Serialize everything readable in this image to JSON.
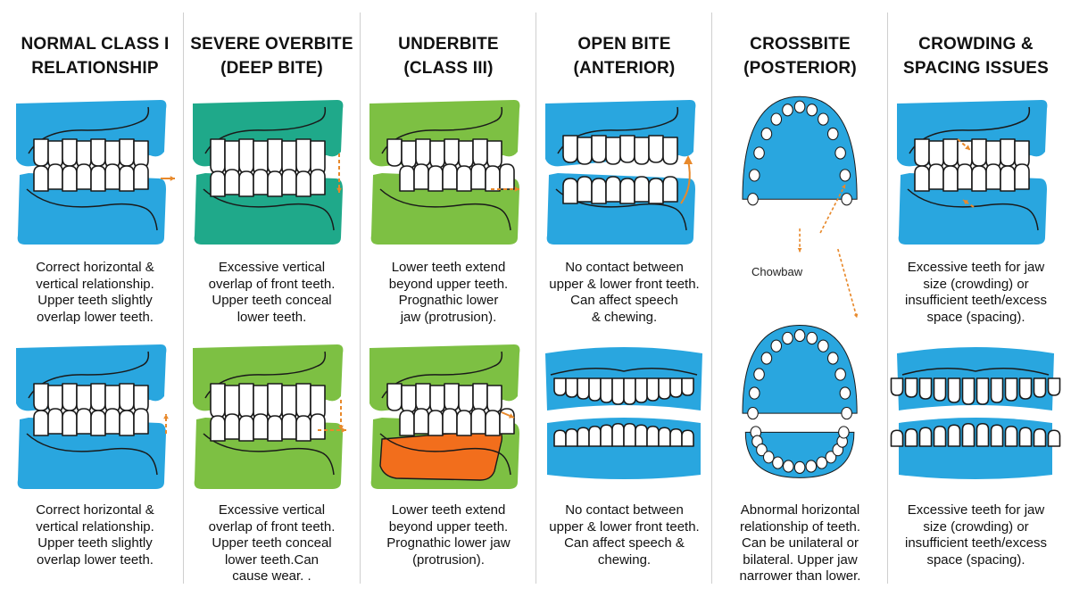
{
  "colors": {
    "blue": "#29A6DF",
    "teal": "#1FA98A",
    "green": "#7DC043",
    "orange": "#F26E1C",
    "arrow": "#E8892B",
    "ink": "#1a1a1a"
  },
  "columns": [
    {
      "title": [
        "NORMAL CLASS I",
        "RELATIONSHIP"
      ],
      "top_text": [
        "Correct horizontal &",
        "vertical relationship.",
        "Upper teeth slightly",
        "overlap lower teeth."
      ],
      "bottom_text": [
        "Correct horizontal &",
        "vertical relationship.",
        "Upper teeth slightly",
        "overlap lower teeth."
      ]
    },
    {
      "title": [
        "SEVERE OVERBITE",
        "(DEEP BITE)"
      ],
      "top_text": [
        "Excessive vertical",
        "overlap of front teeth.",
        "Upper teeth conceal",
        "lower teeth."
      ],
      "bottom_text": [
        "Excessive vertical",
        "overlap of front teeth.",
        "Upper teeth conceal",
        "lower teeth.Can",
        "cause wear.  ."
      ]
    },
    {
      "title": [
        "UNDERBITE",
        "(CLASS III)"
      ],
      "top_text": [
        "Lower teeth extend",
        "beyond upper teeth.",
        "Prognathic lower",
        "jaw (protrusion)."
      ],
      "bottom_text": [
        "Lower teeth extend",
        "beyond upper teeth.",
        "Prognathic lower jaw",
        "(protrusion)."
      ]
    },
    {
      "title": [
        "OPEN BITE",
        "(ANTERIOR)"
      ],
      "top_text": [
        "No contact between",
        "upper & lower front teeth.",
        "Can affect speech",
        "& chewing."
      ],
      "bottom_text": [
        "No contact between",
        "upper & lower front teeth.",
        "Can affect speech &",
        "chewing."
      ]
    },
    {
      "title": [
        "CROSSBITE",
        "(POSTERIOR)"
      ],
      "top_text": [],
      "bottom_text": [
        "Abnormal horizontal",
        "relationship of teeth.",
        "Can be unilateral or",
        "bilateral. Upper jaw",
        "narrower than lower."
      ]
    },
    {
      "title": [
        "CROWDING &",
        "SPACING ISSUES"
      ],
      "top_text": [
        "Excessive teeth for jaw",
        "size (crowding) or",
        "insufficient teeth/excess",
        "space (spacing)."
      ],
      "bottom_text": [
        "Excessive teeth for jaw",
        "size (crowding) or",
        "insufficient teeth/excess",
        "space (spacing)."
      ]
    }
  ],
  "crossbite_label": "Chowbaw"
}
